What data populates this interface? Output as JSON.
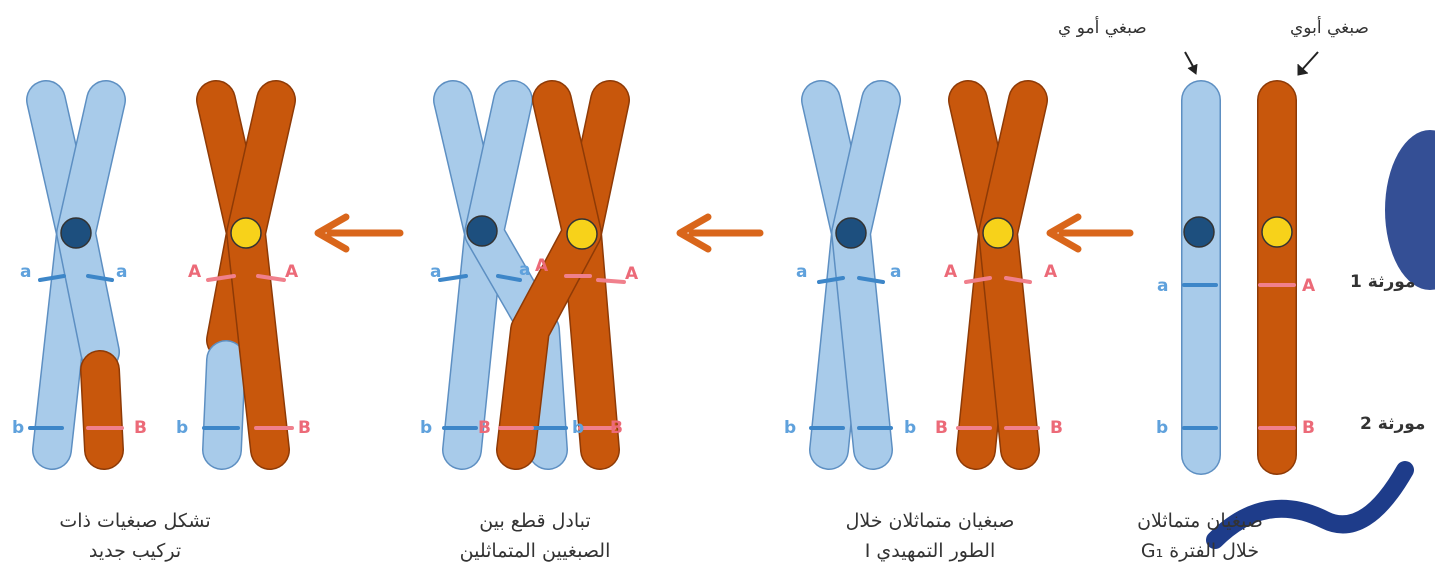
{
  "labels": {
    "paternal": "صبغي أبوي",
    "maternal": "صبغي أمو ي",
    "locus1": "مورثة 1",
    "locus2": "مورثة 2"
  },
  "alleles": {
    "a": "a",
    "A": "A",
    "b": "b",
    "B": "B"
  },
  "stages": [
    {
      "line1": "صبغيان متماثلان",
      "line2": "خلال الفترة G₁"
    },
    {
      "line1": "صبغيان متماثلان خلال",
      "line2": "الطور التمهيدي I"
    },
    {
      "line1": "تبادل قطع بين",
      "line2": "الصبغيين المتماثلين"
    },
    {
      "line1": "تشكل صبغيات ذات",
      "line2": "تركيب جديد"
    }
  ],
  "colors": {
    "blue": "#a8cbea",
    "blue_outline": "#5d8fc2",
    "blue_band": "#3d86c8",
    "orange": "#c8570c",
    "orange_outline": "#8e3a06",
    "red_band": "#f0808c",
    "centromere_blue": "#1d4f7e",
    "centromere_yellow": "#f7d21a",
    "arrow": "#d9661b"
  }
}
